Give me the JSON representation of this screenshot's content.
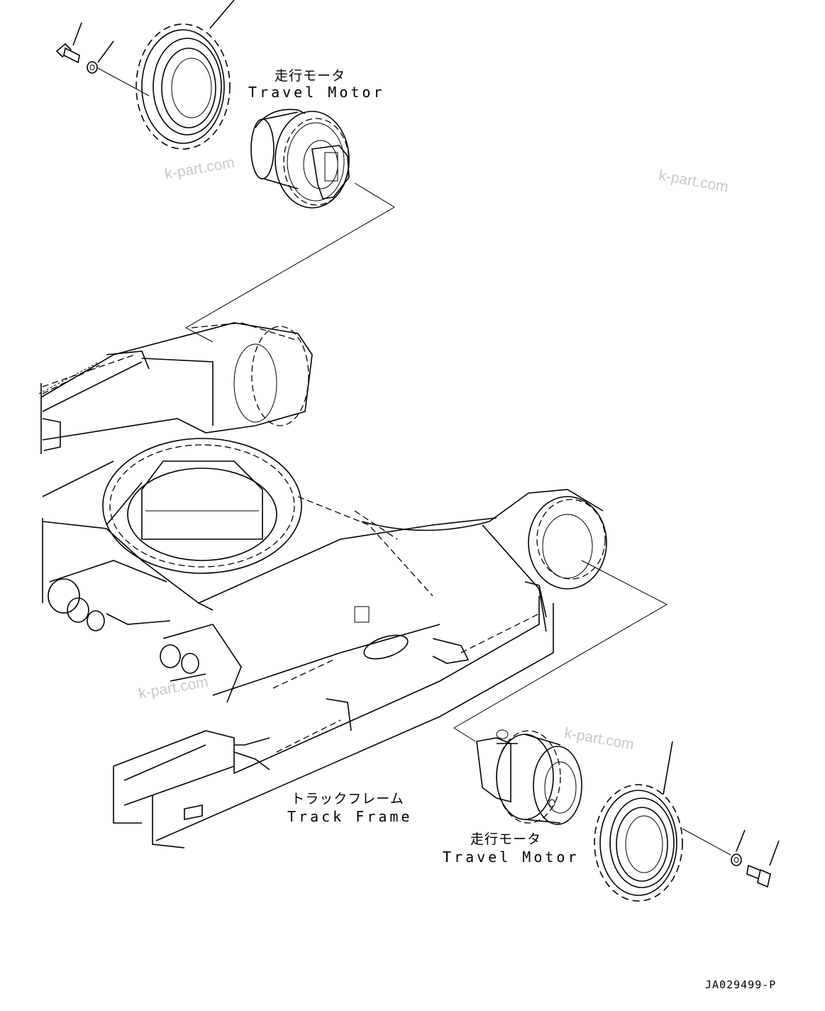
{
  "labels": {
    "motor_top_jp": "走行モータ",
    "motor_top_en": "Travel Motor",
    "frame_jp": "トラックフレーム",
    "frame_en": "Track Frame",
    "motor_bottom_jp": "走行モータ",
    "motor_bottom_en": "Travel Motor"
  },
  "watermark": {
    "text": "k-part.com",
    "color": "#c8c8c8"
  },
  "drawing_code": "JA029499-P",
  "icons": [
    "sprocket",
    "bolt",
    "washer",
    "travel-motor",
    "track-frame"
  ]
}
